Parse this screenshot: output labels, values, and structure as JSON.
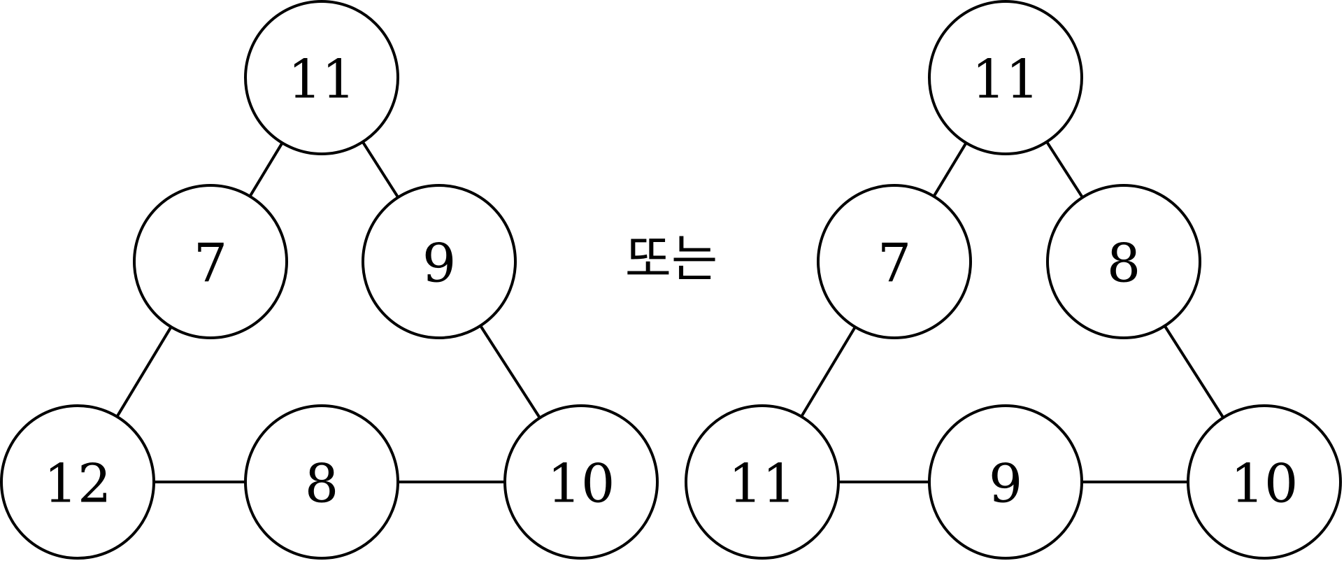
{
  "connector": "또는",
  "colors": {
    "stroke": "#000000",
    "fill": "#ffffff"
  },
  "diagrams": [
    {
      "nodes": [
        {
          "id": "top",
          "label": "11"
        },
        {
          "id": "mid-left",
          "label": "7"
        },
        {
          "id": "mid-right",
          "label": "9"
        },
        {
          "id": "bottom-left",
          "label": "12"
        },
        {
          "id": "bottom-center",
          "label": "8"
        },
        {
          "id": "bottom-right",
          "label": "10"
        }
      ],
      "edges": [
        [
          "top",
          "mid-left"
        ],
        [
          "top",
          "mid-right"
        ],
        [
          "mid-left",
          "bottom-left"
        ],
        [
          "mid-right",
          "bottom-right"
        ],
        [
          "bottom-left",
          "bottom-center"
        ],
        [
          "bottom-center",
          "bottom-right"
        ]
      ]
    },
    {
      "nodes": [
        {
          "id": "top",
          "label": "11"
        },
        {
          "id": "mid-left",
          "label": "7"
        },
        {
          "id": "mid-right",
          "label": "8"
        },
        {
          "id": "bottom-left",
          "label": "11"
        },
        {
          "id": "bottom-center",
          "label": "9"
        },
        {
          "id": "bottom-right",
          "label": "10"
        }
      ],
      "edges": [
        [
          "top",
          "mid-left"
        ],
        [
          "top",
          "mid-right"
        ],
        [
          "mid-left",
          "bottom-left"
        ],
        [
          "mid-right",
          "bottom-right"
        ],
        [
          "bottom-left",
          "bottom-center"
        ],
        [
          "bottom-center",
          "bottom-right"
        ]
      ]
    }
  ]
}
